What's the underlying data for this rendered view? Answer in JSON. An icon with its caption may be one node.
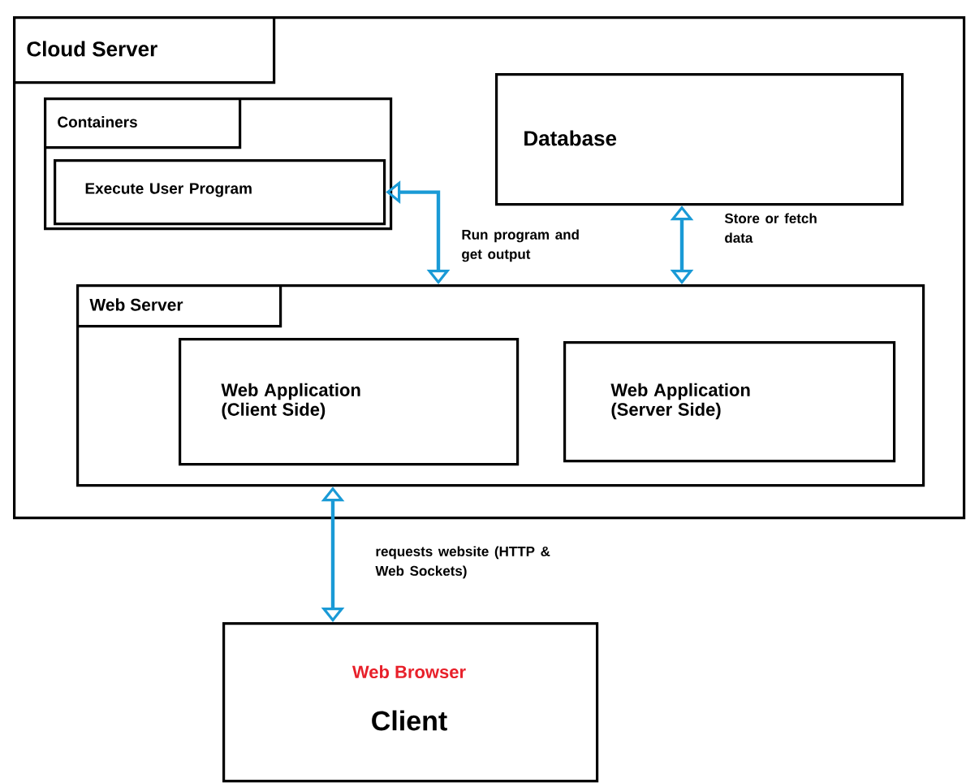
{
  "diagram": {
    "nodes": [
      {
        "text": [
          "Cloud Server"
        ]
      },
      {
        "text": [
          "Containers"
        ],
        "in": 0
      },
      {
        "text": [
          "Execute User Program"
        ],
        "in": 1
      },
      {
        "text": [
          "Database"
        ],
        "in": 0
      },
      {
        "text": [
          "Web Server"
        ],
        "in": 0
      },
      {
        "text": [
          "Web Application (Client Side)"
        ],
        "in": 4
      },
      {
        "text": [
          "Web Application (Server Side)"
        ],
        "in": 4
      },
      {
        "text": [
          "Web Browser",
          "Client"
        ]
      }
    ],
    "edges": [
      {
        "from": 2,
        "to": 4,
        "arrow": "both",
        "label": "Run program and get output"
      },
      {
        "from": 3,
        "to": 4,
        "arrow": "both",
        "label": "Store or fetch data"
      },
      {
        "from": 4,
        "to": 7,
        "arrow": "both",
        "label": "requests website (HTTP & Web Sockets)"
      }
    ]
  }
}
